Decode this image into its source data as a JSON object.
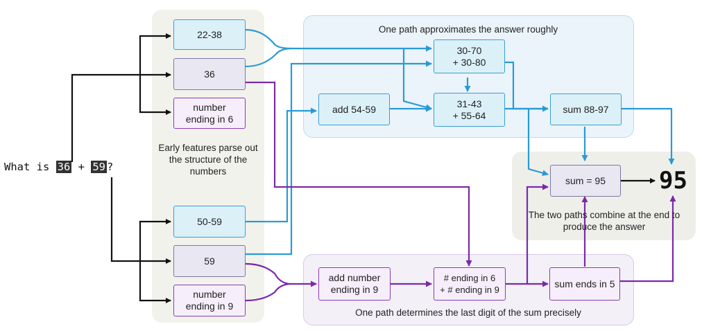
{
  "question": {
    "prefix": "What is ",
    "a": "36",
    "op": " + ",
    "b": "59",
    "suffix": "?"
  },
  "left_panel": {
    "caption": "Early features\nparse out the\nstructure of the\nnumbers",
    "nodes": [
      "22-38",
      "36",
      "number\nending in 6",
      "50-59",
      "59",
      "number\nending in 9"
    ]
  },
  "top_panel": {
    "caption": "One path approximates the answer roughly",
    "nodes": [
      "30-70\n+ 30-80",
      "add 54-59",
      "31-43\n+ 55-64",
      "sum 88-97"
    ]
  },
  "bottom_panel": {
    "caption": "One path determines the last digit of the sum precisely",
    "nodes": [
      "add number\nending in 9",
      "# ending in 6\n+ # ending in 9",
      "sum ends in 5"
    ]
  },
  "right_panel": {
    "sum_node": "sum = 95",
    "caption": "The two paths combine at the end\nto produce the answer"
  },
  "answer": "95",
  "colors": {
    "blue_path": "#2a9ad6",
    "purple_path": "#7a2aa8",
    "input_arrows": "#111111"
  }
}
